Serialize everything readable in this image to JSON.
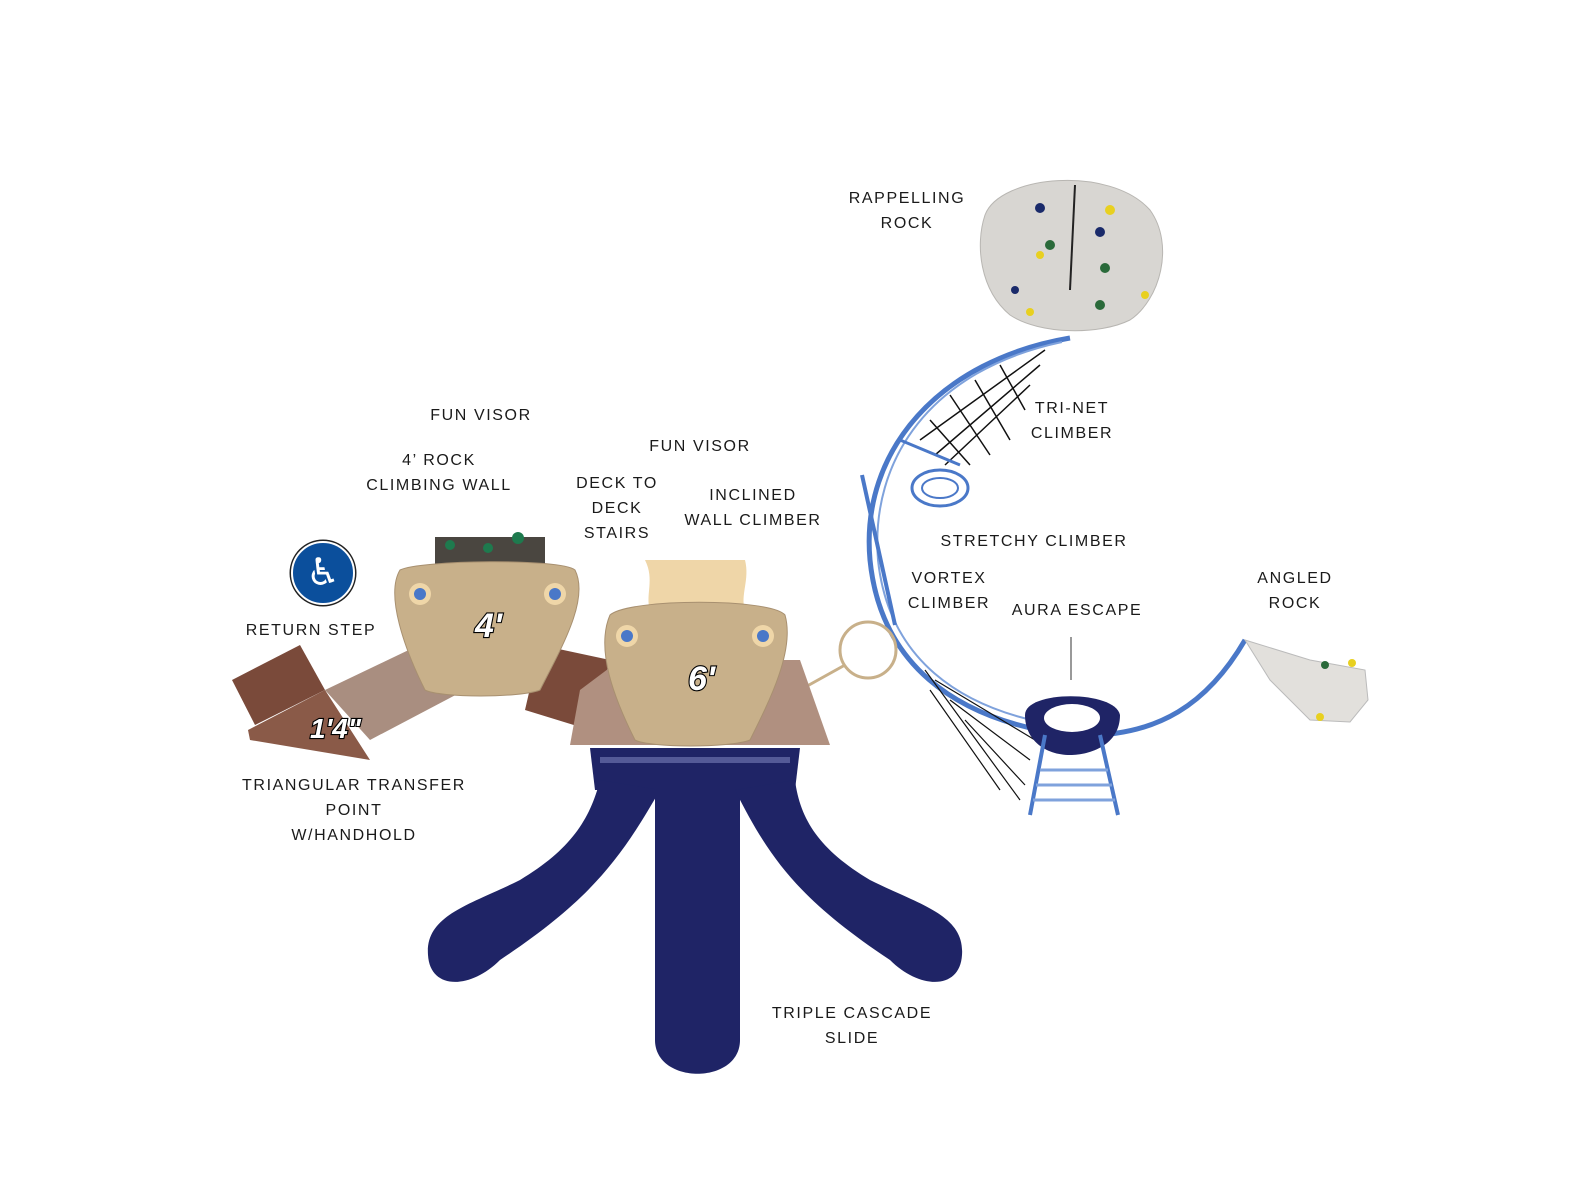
{
  "labels": {
    "rappelling_rock": [
      "RAPPELLING",
      "ROCK"
    ],
    "tri_net_climber": [
      "TRI-NET",
      "CLIMBER"
    ],
    "fun_visor_1": "FUN VISOR",
    "fun_visor_2": "FUN VISOR",
    "rock_climbing_wall": [
      "4’ ROCK",
      "CLIMBING WALL"
    ],
    "deck_to_deck_stairs": [
      "DECK TO",
      "DECK",
      "STAIRS"
    ],
    "inclined_wall_climber": [
      "INCLINED",
      "WALL CLIMBER"
    ],
    "stretchy_climber": "STRETCHY CLIMBER",
    "vortex_climber": [
      "VORTEX",
      "CLIMBER"
    ],
    "aura_escape": "AURA ESCAPE",
    "angled_rock": [
      "ANGLED",
      "ROCK"
    ],
    "return_step": "RETURN STEP",
    "triangular_transfer_point": [
      "TRIANGULAR TRANSFER",
      "POINT",
      "W/HANDHOLD"
    ],
    "triple_cascade_slide": [
      "TRIPLE CASCADE",
      "SLIDE"
    ]
  },
  "deck_heights": {
    "transfer": "1'4\"",
    "deck_4": "4'",
    "deck_6": "6'"
  },
  "icons": {
    "accessibility": "wheelchair-icon"
  },
  "colors": {
    "slide": "#1f2466",
    "deck": "#c8b08a",
    "frame": "#4a78c8",
    "brown": "#7a4a3a",
    "access": "#0b4f9c"
  }
}
